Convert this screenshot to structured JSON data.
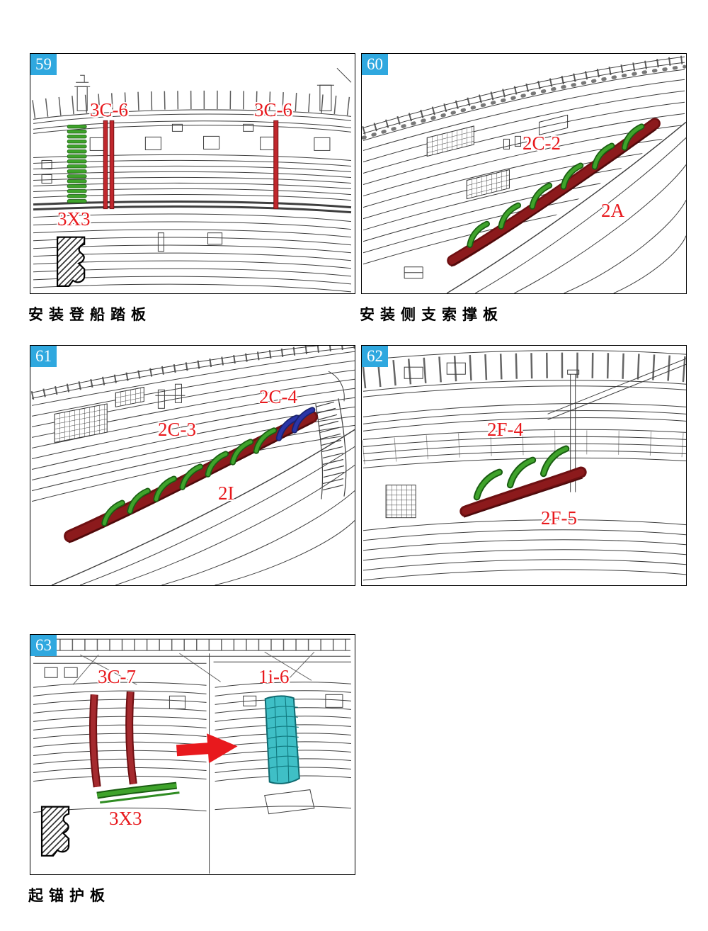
{
  "page": {
    "background": "#ffffff"
  },
  "colors": {
    "badge_bg": "#2FA8DF",
    "badge_text": "#ffffff",
    "label_red": "#E8191D",
    "part_green": "#3FA32B",
    "part_green_dark": "#1A5E12",
    "part_dark_red": "#8C1A1C",
    "part_bright_red": "#C0272D",
    "part_blue": "#2B35A8",
    "part_teal": "#3FBFC6",
    "arrow_red": "#E8191D",
    "line_art": "#3F3F3F",
    "panel_border": "#000000"
  },
  "panels": [
    {
      "number": "59",
      "caption": "安装登船踏板",
      "labels": [
        {
          "text": "3C-6"
        },
        {
          "text": "3C-6"
        },
        {
          "text": "3X3"
        }
      ]
    },
    {
      "number": "60",
      "caption": "安装侧支索撑板",
      "labels": [
        {
          "text": "2C-2"
        },
        {
          "text": "2A"
        }
      ]
    },
    {
      "number": "61",
      "labels": [
        {
          "text": "2C-4"
        },
        {
          "text": "2C-3"
        },
        {
          "text": "2I"
        }
      ]
    },
    {
      "number": "62",
      "labels": [
        {
          "text": "2F-4"
        },
        {
          "text": "2F-5"
        }
      ]
    },
    {
      "number": "63",
      "caption": "起锚护板",
      "labels": [
        {
          "text": "3C-7"
        },
        {
          "text": "1i-6"
        },
        {
          "text": "3X3"
        }
      ]
    }
  ]
}
